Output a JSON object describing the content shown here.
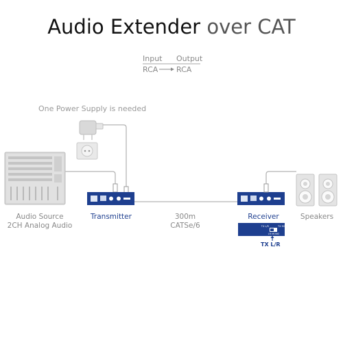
{
  "title": {
    "main": "Audio Extender",
    "suffix": "over CAT"
  },
  "io": {
    "input_label": "Input",
    "output_label": "Output",
    "input_value": "RCA",
    "output_value": "RCA"
  },
  "power_note": "One Power Supply is needed",
  "source": {
    "line1": "Audio Source",
    "line2": "2CH Analog Audio"
  },
  "transmitter_label": "Transmitter",
  "cable": {
    "distance": "300m",
    "type": "CATSe/6"
  },
  "receiver_label": "Receiver",
  "speakers_label": "Speakers",
  "switch": {
    "label": "TX L/R",
    "left_text": "TX L/R",
    "right_text": "TX MONO",
    "bottom_text": "LR MONO"
  },
  "colors": {
    "device_blue": "#1e3f8f",
    "line_gray": "#b5b5b5",
    "equipment_gray": "#d6d6d6"
  },
  "icons": [
    "power-adapter-icon",
    "wall-socket-icon",
    "mixing-console-icon",
    "speaker-icon",
    "arrow-right-icon",
    "arrow-up-icon"
  ]
}
